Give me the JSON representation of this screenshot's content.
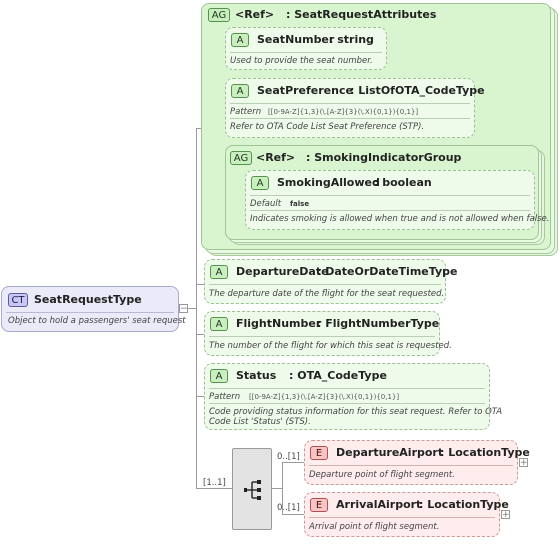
{
  "complex_type": {
    "tag": "CT",
    "name": "SeatRequestType",
    "doc": "Object to hold a passengers' seat request"
  },
  "group_seat": {
    "tag": "AG",
    "ref": "<Ref>",
    "name": ": SeatRequestAttributes",
    "seat_number": {
      "tag": "A",
      "name": "SeatNumber",
      "type": ": string",
      "doc": "Used to provide the seat number."
    },
    "seat_preference": {
      "tag": "A",
      "name": "SeatPreference",
      "type": ": ListOfOTA_CodeType",
      "pattern_label": "Pattern",
      "pattern_value": "[[0-9A-Z]{1,3}(\\.[A-Z]{3}(\\.X){0,1}){0,1}]",
      "doc": "Refer to OTA Code List Seat Preference (STP)."
    },
    "smoking_group": {
      "tag": "AG",
      "ref": "<Ref>",
      "name": ": SmokingIndicatorGroup",
      "smoking_allowed": {
        "tag": "A",
        "name": "SmokingAllowed",
        "type": ": boolean",
        "default_label": "Default",
        "default_value": "false",
        "doc": "Indicates smoking is allowed when true and is not allowed when false."
      }
    }
  },
  "departure_date": {
    "tag": "A",
    "name": "DepartureDate",
    "type": ": DateOrDateTimeType",
    "doc": "The departure date of the flight for the seat requested."
  },
  "flight_number": {
    "tag": "A",
    "name": "FlightNumber",
    "type": ": FlightNumberType",
    "doc": "The number of the flight for which this seat is requested."
  },
  "status": {
    "tag": "A",
    "name": "Status",
    "type": ": OTA_CodeType",
    "pattern_label": "Pattern",
    "pattern_value": "[[0-9A-Z]{1,3}(\\.[A-Z]{3}(\\.X){0,1}){0,1}]",
    "doc_line1": "Code providing status information for this seat request. Refer to OTA",
    "doc_line2": "Code List 'Status' (STS)."
  },
  "sequence": {
    "multiplicity": "[1..1]"
  },
  "departure_airport": {
    "tag": "E",
    "name": "DepartureAirport",
    "type": ": LocationType",
    "multiplicity": "0..[1]",
    "doc": "Departure point of flight segment.",
    "expand": "+"
  },
  "arrival_airport": {
    "tag": "E",
    "name": "ArrivalAirport",
    "type": ": LocationType",
    "multiplicity": "0..[1]",
    "doc": "Arrival point of flight segment.",
    "expand": "+"
  },
  "ct_expand": "−"
}
